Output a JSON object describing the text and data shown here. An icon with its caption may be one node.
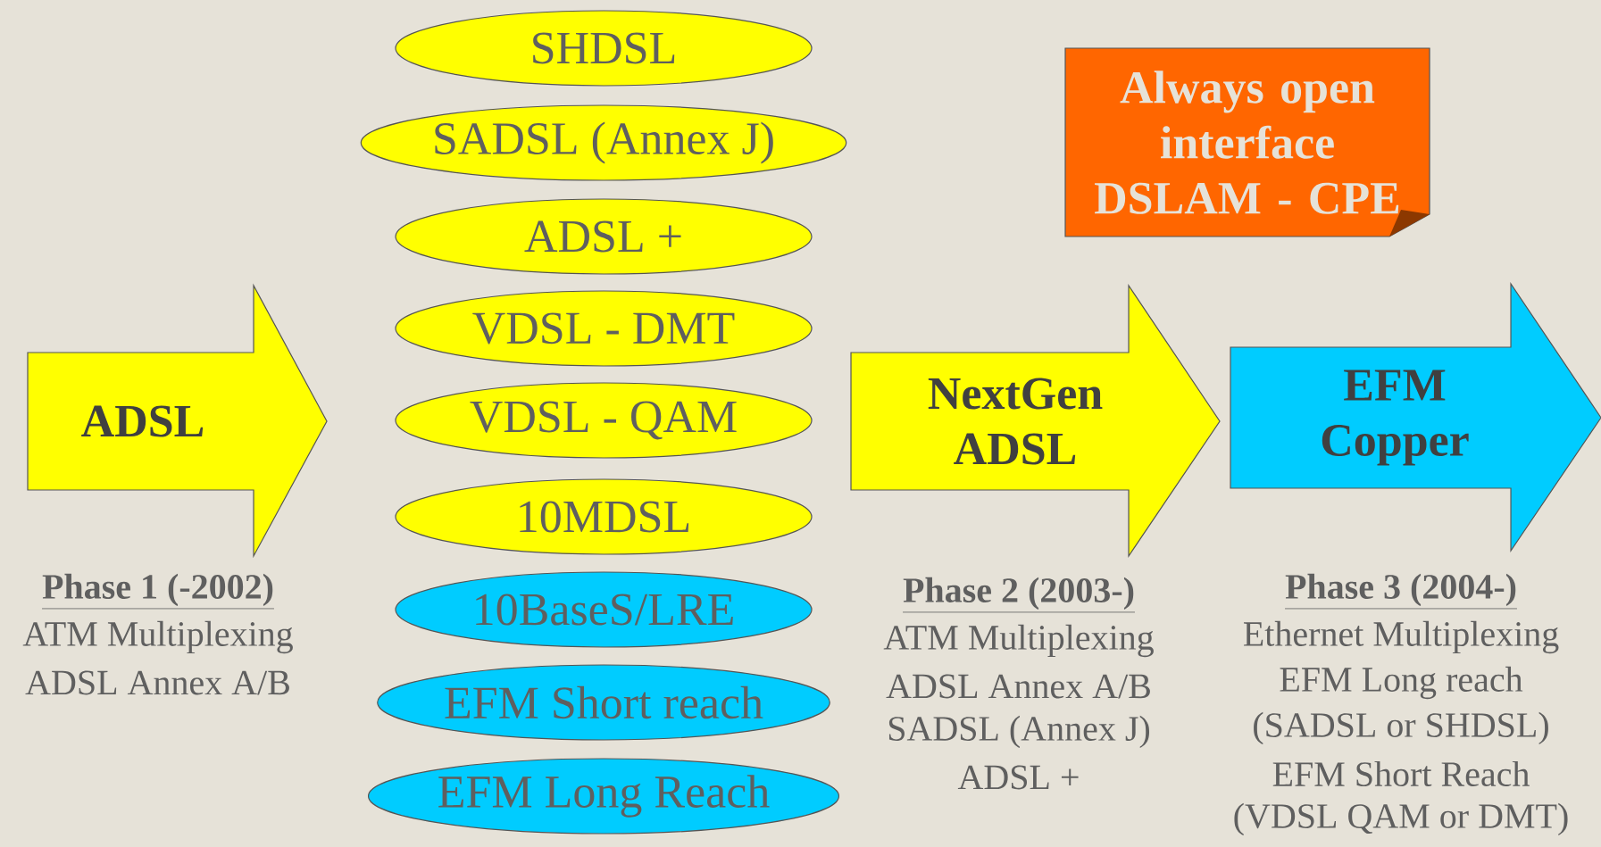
{
  "diagram": {
    "nodes": [
      {
        "text": [
          "ADSL"
        ],
        "beside": [
          "Phase 1 (-2002)",
          "ATM Multiplexing",
          "ADSL Annex A/B"
        ]
      },
      {
        "text": [
          "SHDSL"
        ]
      },
      {
        "text": [
          "SADSL (Annex J)"
        ]
      },
      {
        "text": [
          "ADSL +"
        ]
      },
      {
        "text": [
          "VDSL - DMT"
        ]
      },
      {
        "text": [
          "VDSL - QAM"
        ]
      },
      {
        "text": [
          "10MDSL"
        ]
      },
      {
        "text": [
          "10BaseS/LRE"
        ]
      },
      {
        "text": [
          "EFM Short reach"
        ]
      },
      {
        "text": [
          "EFM Long Reach"
        ]
      },
      {
        "text": [
          "Always open interface DSLAM - CPE"
        ]
      },
      {
        "text": [
          "NextGen ADSL"
        ],
        "beside": [
          "Phase 2 (2003-)",
          "ATM Multiplexing",
          "ADSL Annex A/B",
          "SADSL (Annex J)",
          "ADSL +"
        ]
      },
      {
        "text": [
          "EFM Copper"
        ],
        "beside": [
          "Phase 3 (2004-)",
          "Ethernet Multiplexing",
          "EFM Long reach",
          "(SADSL or SHDSL)",
          "EFM Short Reach",
          "(VDSL QAM or DMT)"
        ]
      }
    ],
    "edges": []
  }
}
